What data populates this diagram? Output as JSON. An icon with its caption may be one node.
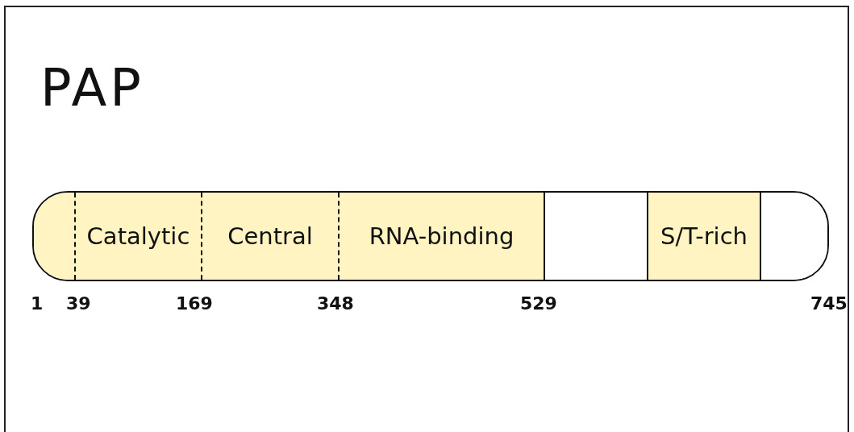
{
  "diagram": {
    "title": "PAP",
    "nodes": [
      {
        "text": [],
        "shape": "bar"
      },
      {
        "text": [],
        "shape": "box",
        "in": 0
      },
      {
        "text": [
          "Catalytic"
        ],
        "in": 0
      },
      {
        "text": [
          "Central"
        ],
        "in": 0
      },
      {
        "text": [
          "RNA-binding"
        ],
        "in": 0
      },
      {
        "text": [],
        "shape": "box",
        "in": 0
      },
      {
        "text": [
          "S/T-rich"
        ],
        "in": 0
      },
      {
        "text": [],
        "shape": "box",
        "in": 0
      }
    ],
    "labels": [
      "1",
      "39",
      "169",
      "348",
      "529",
      "745"
    ]
  }
}
